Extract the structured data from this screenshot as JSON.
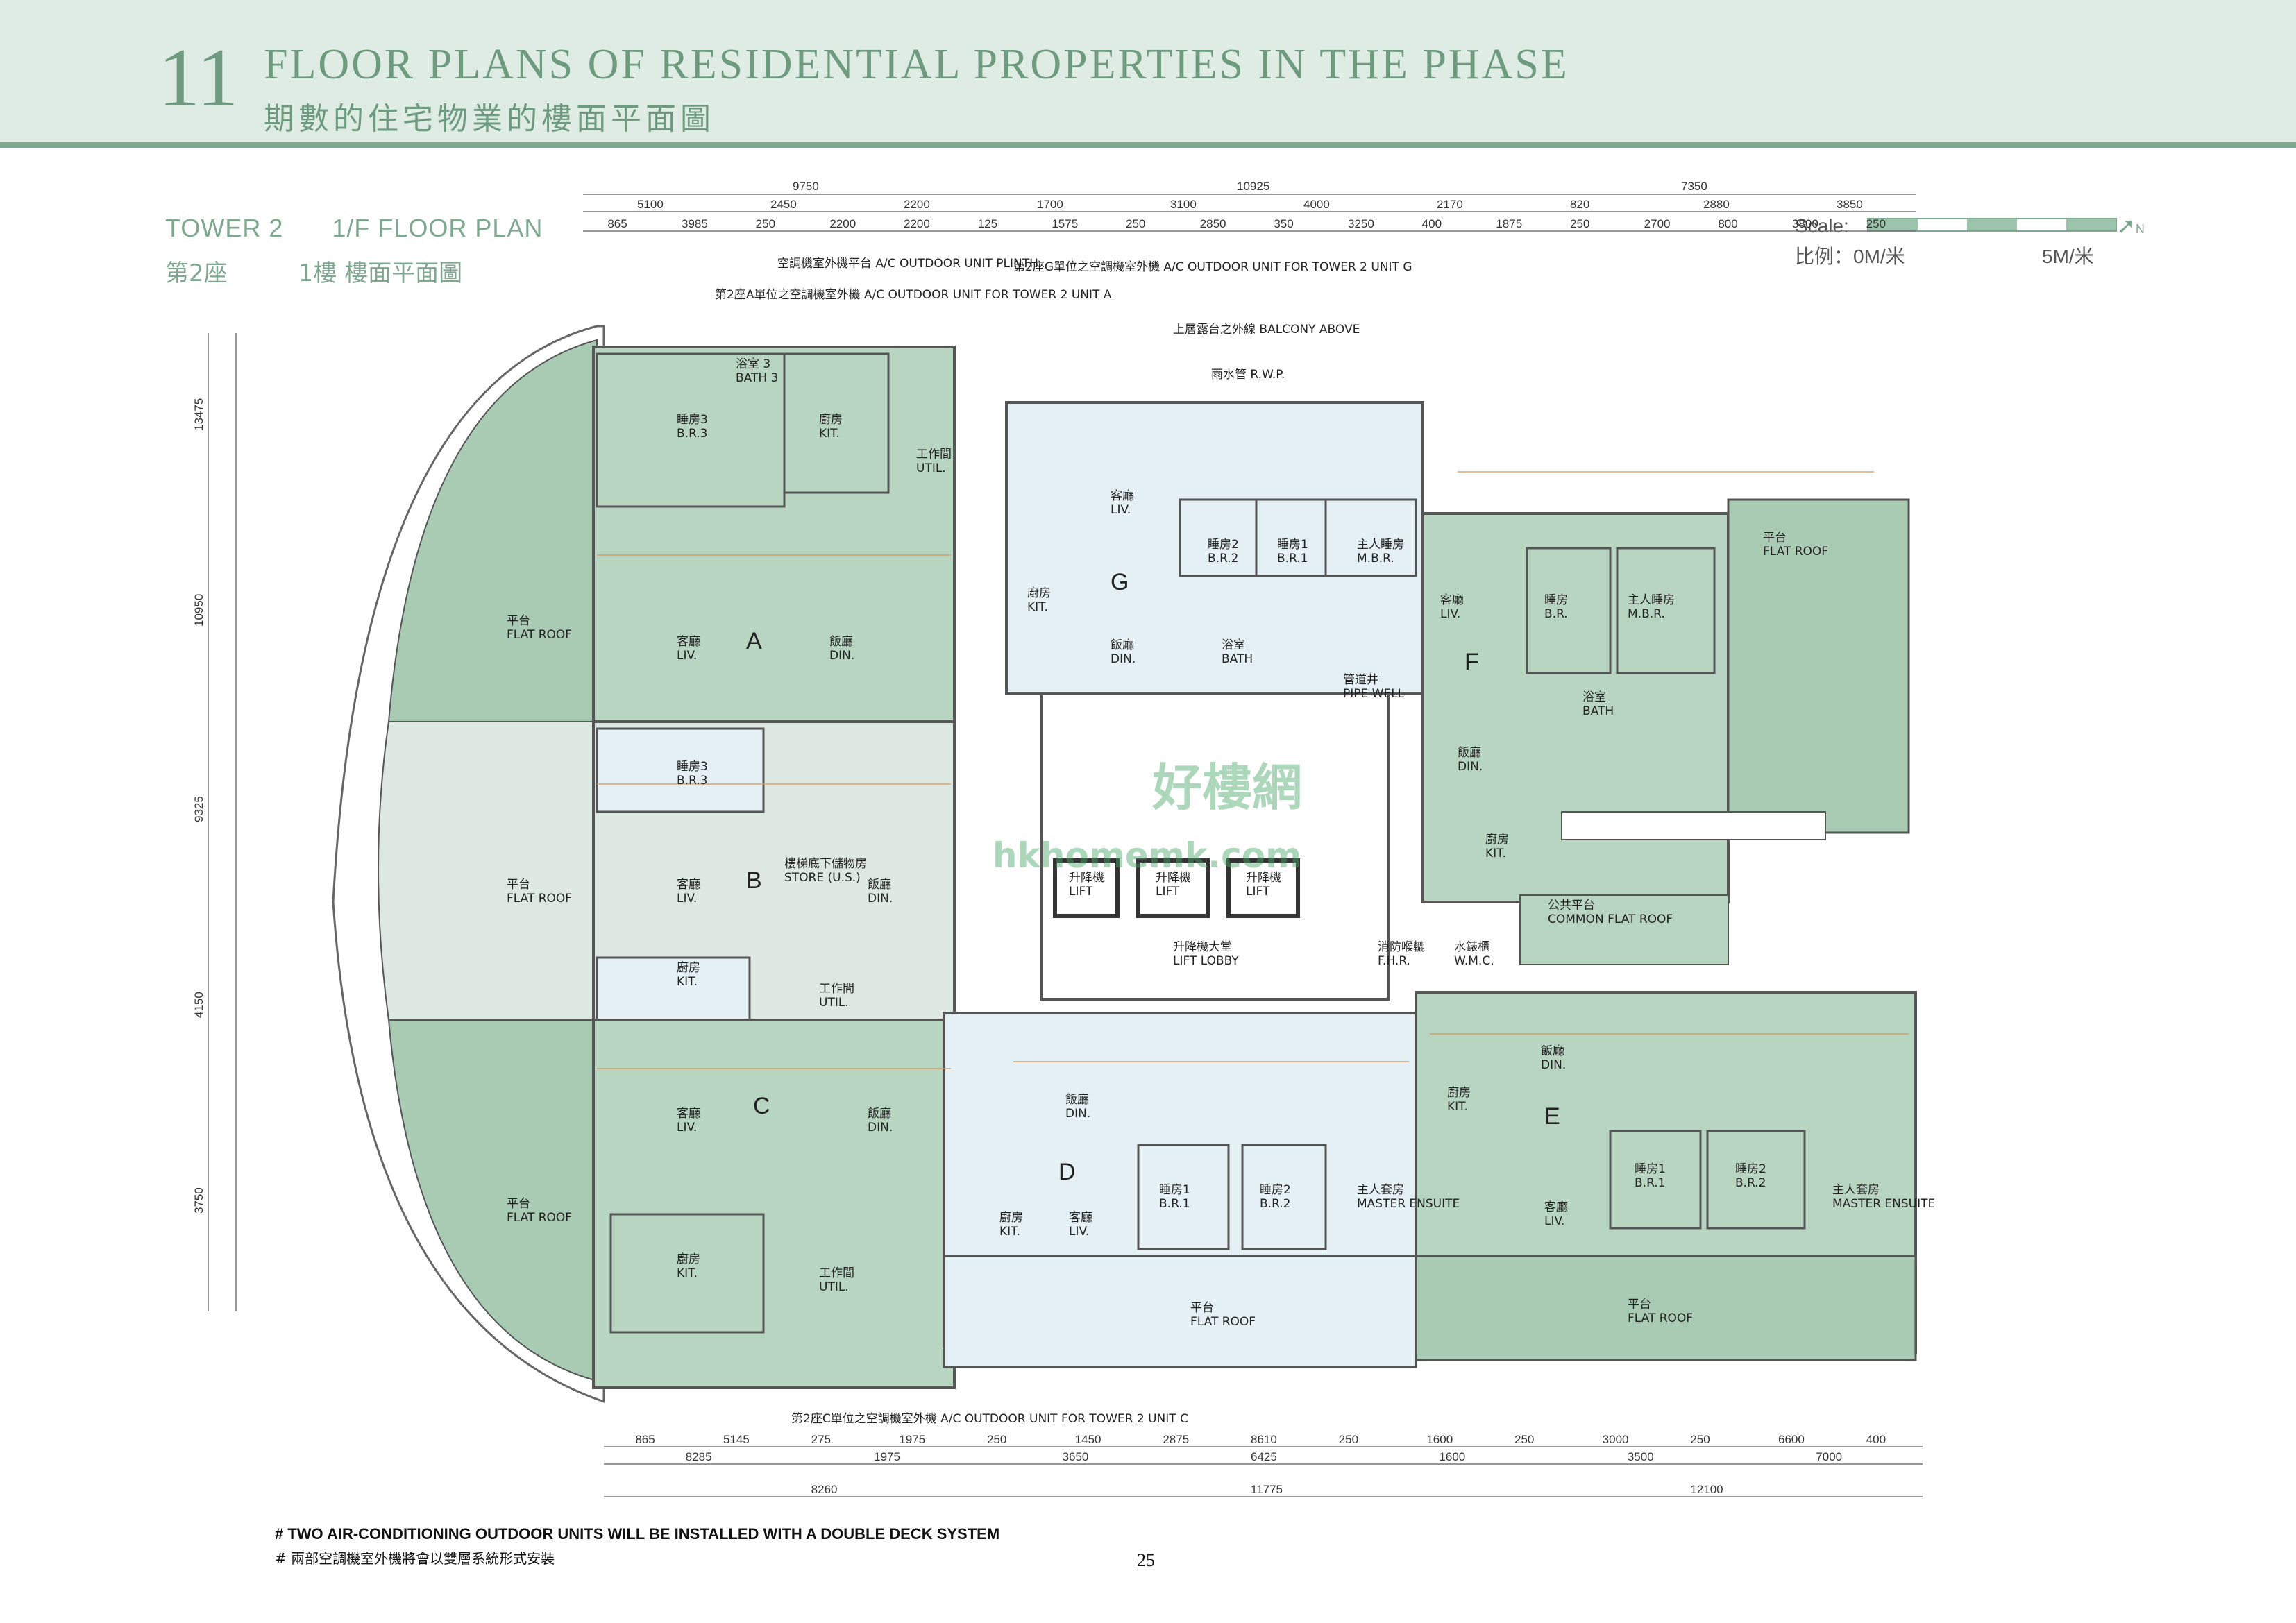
{
  "header": {
    "section_number": "11",
    "title_en": "FLOOR PLANS OF RESIDENTIAL PROPERTIES IN THE PHASE",
    "title_zh": "期數的住宅物業的樓面平面圖"
  },
  "plan": {
    "tower": "TOWER 2",
    "floor": "1/F FLOOR PLAN",
    "tower_zh": "第2座",
    "floor_zh": "1樓 樓面平面圖"
  },
  "scale": {
    "label": "Scale:",
    "label_zh_start": "比例：0M/米",
    "label_zh_end": "5M/米"
  },
  "north_label": "N",
  "units": {
    "A": "A",
    "B": "B",
    "C": "C",
    "D": "D",
    "E": "E",
    "F": "F",
    "G": "G"
  },
  "rooms": [
    {
      "id": "a-flat-roof",
      "zh": "平台",
      "en": "FLAT ROOF"
    },
    {
      "id": "a-liv",
      "zh": "客廳",
      "en": "LIV."
    },
    {
      "id": "a-din",
      "zh": "飯廳",
      "en": "DIN."
    },
    {
      "id": "a-br3",
      "zh": "睡房3",
      "en": "B.R.3"
    },
    {
      "id": "a-kit",
      "zh": "廚房",
      "en": "KIT."
    },
    {
      "id": "a-bath3",
      "zh": "浴室 3",
      "en": "BATH 3"
    },
    {
      "id": "a-util",
      "zh": "工作間",
      "en": "UTIL."
    },
    {
      "id": "b-flat-roof",
      "zh": "平台",
      "en": "FLAT ROOF"
    },
    {
      "id": "b-liv",
      "zh": "客廳",
      "en": "LIV."
    },
    {
      "id": "b-din",
      "zh": "飯廳",
      "en": "DIN."
    },
    {
      "id": "b-br3",
      "zh": "睡房3",
      "en": "B.R.3"
    },
    {
      "id": "b-kit",
      "zh": "廚房",
      "en": "KIT."
    },
    {
      "id": "b-util",
      "zh": "工作間",
      "en": "UTIL."
    },
    {
      "id": "b-store",
      "zh": "樓梯底下儲物房",
      "en": "STORE (U.S.)"
    },
    {
      "id": "c-flat-roof",
      "zh": "平台",
      "en": "FLAT ROOF"
    },
    {
      "id": "c-liv",
      "zh": "客廳",
      "en": "LIV."
    },
    {
      "id": "c-din",
      "zh": "飯廳",
      "en": "DIN."
    },
    {
      "id": "c-kit",
      "zh": "廚房",
      "en": "KIT."
    },
    {
      "id": "c-util",
      "zh": "工作間",
      "en": "UTIL."
    },
    {
      "id": "g-liv",
      "zh": "客廳",
      "en": "LIV."
    },
    {
      "id": "g-din",
      "zh": "飯廳",
      "en": "DIN."
    },
    {
      "id": "g-kit",
      "zh": "廚房",
      "en": "KIT."
    },
    {
      "id": "g-br2",
      "zh": "睡房2",
      "en": "B.R.2"
    },
    {
      "id": "g-br1",
      "zh": "睡房1",
      "en": "B.R.1"
    },
    {
      "id": "g-mbr",
      "zh": "主人睡房",
      "en": "M.B.R."
    },
    {
      "id": "g-bath",
      "zh": "浴室",
      "en": "BATH"
    },
    {
      "id": "f-liv",
      "zh": "客廳",
      "en": "LIV."
    },
    {
      "id": "f-din",
      "zh": "飯廳",
      "en": "DIN."
    },
    {
      "id": "f-kit",
      "zh": "廚房",
      "en": "KIT."
    },
    {
      "id": "f-br",
      "zh": "睡房",
      "en": "B.R."
    },
    {
      "id": "f-mbr",
      "zh": "主人睡房",
      "en": "M.B.R."
    },
    {
      "id": "f-bath",
      "zh": "浴室",
      "en": "BATH"
    },
    {
      "id": "f-flat-roof",
      "zh": "平台",
      "en": "FLAT ROOF"
    },
    {
      "id": "d-din",
      "zh": "飯廳",
      "en": "DIN."
    },
    {
      "id": "d-liv",
      "zh": "客廳",
      "en": "LIV."
    },
    {
      "id": "d-kit",
      "zh": "廚房",
      "en": "KIT."
    },
    {
      "id": "d-br1",
      "zh": "睡房1",
      "en": "B.R.1"
    },
    {
      "id": "d-br2",
      "zh": "睡房2",
      "en": "B.R.2"
    },
    {
      "id": "d-master",
      "zh": "主人套房",
      "en": "MASTER ENSUITE"
    },
    {
      "id": "d-flat-roof",
      "zh": "平台",
      "en": "FLAT ROOF"
    },
    {
      "id": "e-din",
      "zh": "飯廳",
      "en": "DIN."
    },
    {
      "id": "e-liv",
      "zh": "客廳",
      "en": "LIV."
    },
    {
      "id": "e-kit",
      "zh": "廚房",
      "en": "KIT."
    },
    {
      "id": "e-br1",
      "zh": "睡房1",
      "en": "B.R.1"
    },
    {
      "id": "e-br2",
      "zh": "睡房2",
      "en": "B.R.2"
    },
    {
      "id": "e-master",
      "zh": "主人套房",
      "en": "MASTER ENSUITE"
    },
    {
      "id": "e-flat-roof",
      "zh": "平台",
      "en": "FLAT ROOF"
    },
    {
      "id": "lift1",
      "zh": "升降機",
      "en": "LIFT"
    },
    {
      "id": "lift2",
      "zh": "升降機",
      "en": "LIFT"
    },
    {
      "id": "lift3",
      "zh": "升降機",
      "en": "LIFT"
    },
    {
      "id": "lift-lobby",
      "zh": "升降機大堂",
      "en": "LIFT LOBBY"
    },
    {
      "id": "pipe-well",
      "zh": "管道井",
      "en": "PIPE WELL"
    },
    {
      "id": "common-flat-roof",
      "zh": "公共平台",
      "en": "COMMON FLAT ROOF"
    },
    {
      "id": "wmc",
      "zh": "水錶櫃",
      "en": "W.M.C."
    },
    {
      "id": "fhr",
      "zh": "消防喉轆",
      "en": "F.H.R."
    }
  ],
  "dims_top_1": [
    "9750",
    "10925",
    "7350"
  ],
  "dims_top_2": [
    "5100",
    "2450",
    "2200",
    "1700",
    "3100",
    "4000",
    "2170",
    "820",
    "2880",
    "3850"
  ],
  "dims_top_3": [
    "865",
    "3985",
    "250",
    "2200",
    "2200",
    "125",
    "1575",
    "250",
    "2850",
    "350",
    "3250",
    "400",
    "1875",
    "250",
    "2700",
    "800",
    "3800",
    "250"
  ],
  "dims_bottom_1": [
    "865",
    "5145",
    "275",
    "1975",
    "250",
    "1450",
    "2875",
    "8610",
    "250",
    "1600",
    "250",
    "3000",
    "250",
    "6600",
    "400"
  ],
  "dims_bottom_2": [
    "8285",
    "1975",
    "3650",
    "6425",
    "1600",
    "3500",
    "7000"
  ],
  "dims_bottom_3": [
    "8260",
    "11775",
    "12100"
  ],
  "dims_left": [
    "13475",
    "10950",
    "9325",
    "4150",
    "3750"
  ],
  "callouts": [
    "空調機室外機平台 A/C OUTDOOR UNIT PLINTH",
    "第2座A單位之空調機室外機 A/C OUTDOOR UNIT FOR TOWER 2 UNIT A",
    "第2座G單位之空調機室外機 A/C OUTDOOR UNIT FOR TOWER 2 UNIT G",
    "上層露台之外線 BALCONY ABOVE",
    "雨水管 R.W.P.",
    "第2座C單位之空調機室外機 A/C OUTDOOR UNIT FOR TOWER 2 UNIT C"
  ],
  "watermark": "好樓網",
  "watermark_url": "hkhomemk.com",
  "notes": [
    "# TWO AIR-CONDITIONING OUTDOOR UNITS WILL BE INSTALLED WITH A DOUBLE DECK SYSTEM",
    "# 兩部空調機室外機將會以雙層系統形式安裝"
  ],
  "page_number": "25",
  "colors": {
    "header_bg": "#dfece4",
    "accent": "#7fa98f",
    "unit_fill": "#b8d5c2",
    "flat_roof_fill": "#a9cbb4",
    "lobby_fill": "#e4f0f4",
    "dim_line": "#d89455",
    "wall": "#555555"
  }
}
